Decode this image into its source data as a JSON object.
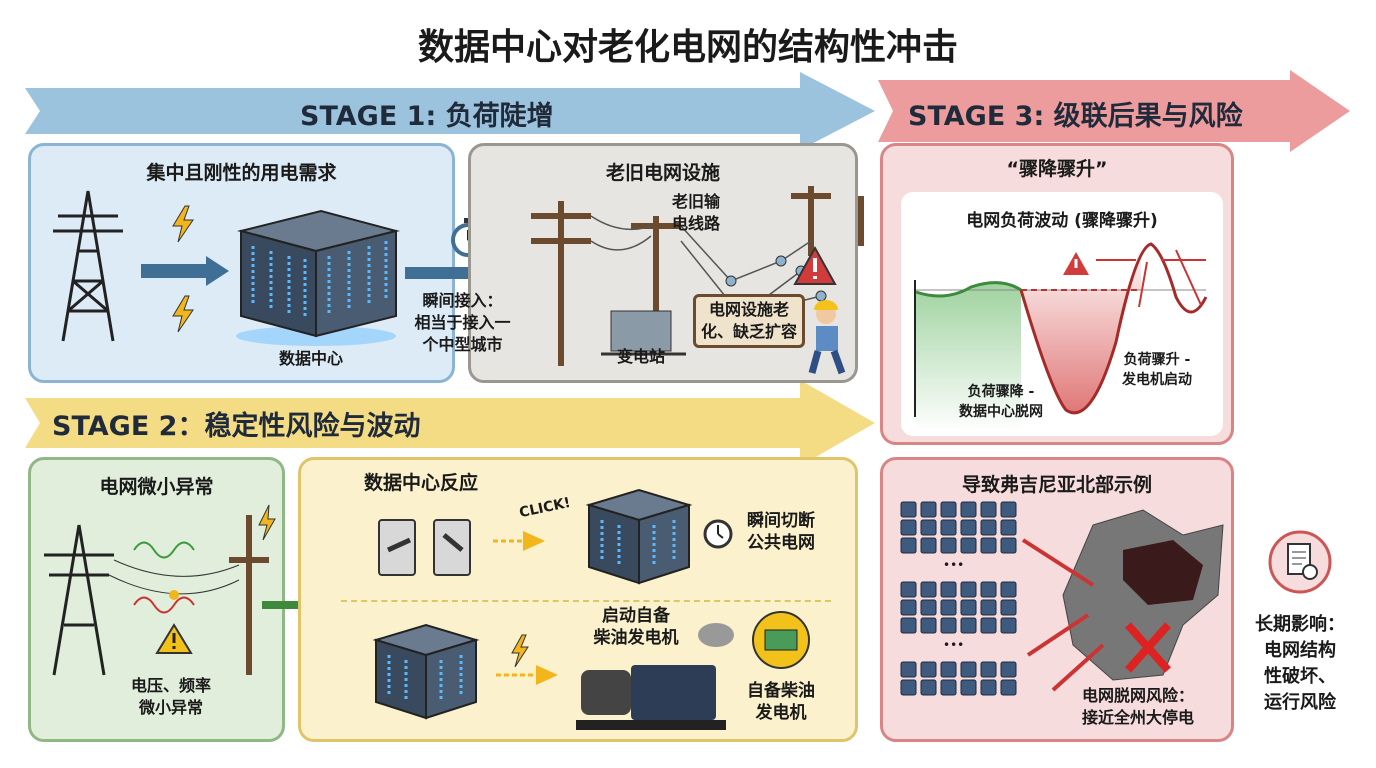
{
  "title": "数据中心对老化电网的结构性冲击",
  "stages": {
    "s1": "STAGE 1: 负荷陡增",
    "s2": "STAGE 2：稳定性风险与波动",
    "s3": "STAGE 3: 级联后果与风险"
  },
  "panel_demand": {
    "title": "集中且刚性的用电需求",
    "datacenter": "数据中心"
  },
  "arrow_note": {
    "line1": "瞬间接入：",
    "line2": "相当于接入一",
    "line3": "个中型城市"
  },
  "panel_aging": {
    "title": "老旧电网设施",
    "lines": "老旧输",
    "lines2": "电线路",
    "substation": "变电站",
    "sign1": "电网设施老",
    "sign2": "化、缺乏扩容"
  },
  "panel_swing": {
    "title": "“骤降骤升”",
    "chart_title": "电网负荷波动 (骤降骤升)",
    "drop1": "负荷骤降 -",
    "drop2": "数据中心脱网",
    "rise1": "负荷骤升 -",
    "rise2": "发电机启动"
  },
  "panel_anomaly": {
    "title": "电网微小异常",
    "label1": "电压、频率",
    "label2": "微小异常"
  },
  "panel_reaction": {
    "title": "数据中心反应",
    "click": "CLICK!",
    "cut1": "瞬间切断",
    "cut2": "公共电网",
    "start1": "启动自备",
    "start2": "柴油发电机",
    "gen1": "自备柴油",
    "gen2": "发电机"
  },
  "panel_virginia": {
    "title": "导致弗吉尼亚北部示例",
    "dots": "•••",
    "risk1": "电网脱网风险：",
    "risk2": "接近全州大停电"
  },
  "longterm": {
    "l1": "长期影响：",
    "l2": "电网结构",
    "l3": "性破坏、",
    "l4": "运行风险"
  },
  "colors": {
    "blue": "#8fb9d6",
    "yellow": "#f2d77a",
    "red": "#e48c8c"
  }
}
